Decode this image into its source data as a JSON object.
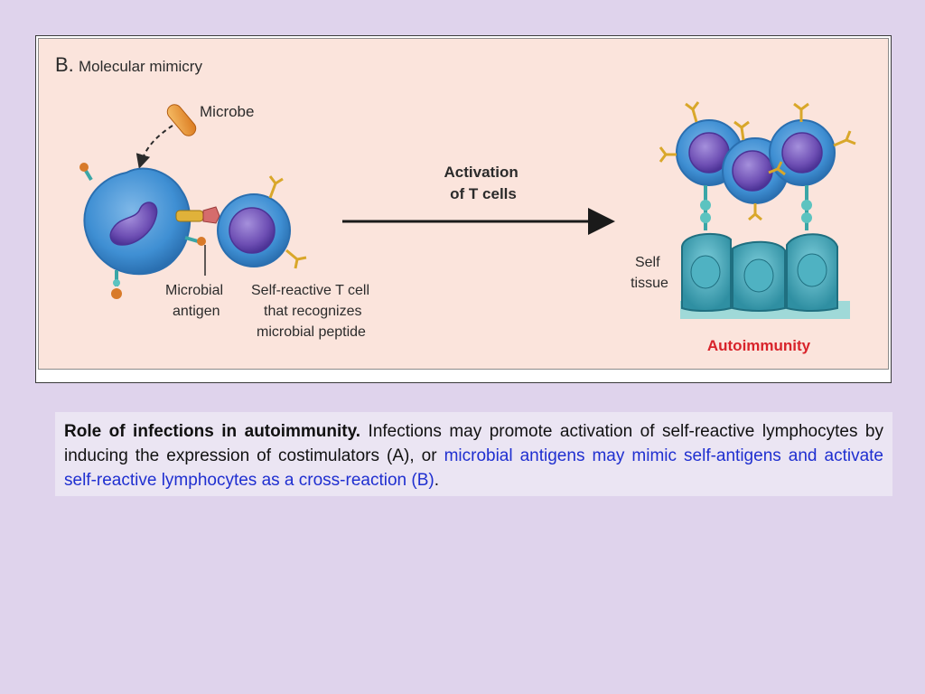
{
  "figure": {
    "panel_label": "B.",
    "panel_title": "Molecular mimicry",
    "microbe_label": "Microbe",
    "microbial_antigen_label": [
      "Microbial",
      "antigen"
    ],
    "t_cell_label": [
      "Self-reactive T cell",
      "that recognizes",
      "microbial peptide"
    ],
    "arrow_label": [
      "Activation",
      "of T cells"
    ],
    "self_tissue_label": [
      "Self",
      "tissue"
    ],
    "outcome_label": "Autoimmunity",
    "colors": {
      "cell_blue": "#3f8fd3",
      "nucleus_purple": "#6e4fb4",
      "tissue_teal": "#3fa3b4",
      "outcome_red": "#d8232a",
      "receptor_yellow": "#d9a72a",
      "microbe_orange": "#e88e2a"
    }
  },
  "caption": {
    "title": "Role of infections in autoimmunity.",
    "body": " Infections may promote activation of self-reactive lymphocytes by inducing the expression of costimulators (A), or ",
    "highlight": "microbial antigens may mimic self-antigens and activate self-reactive lymphocytes as a cross-reaction (B)",
    "end": "."
  }
}
